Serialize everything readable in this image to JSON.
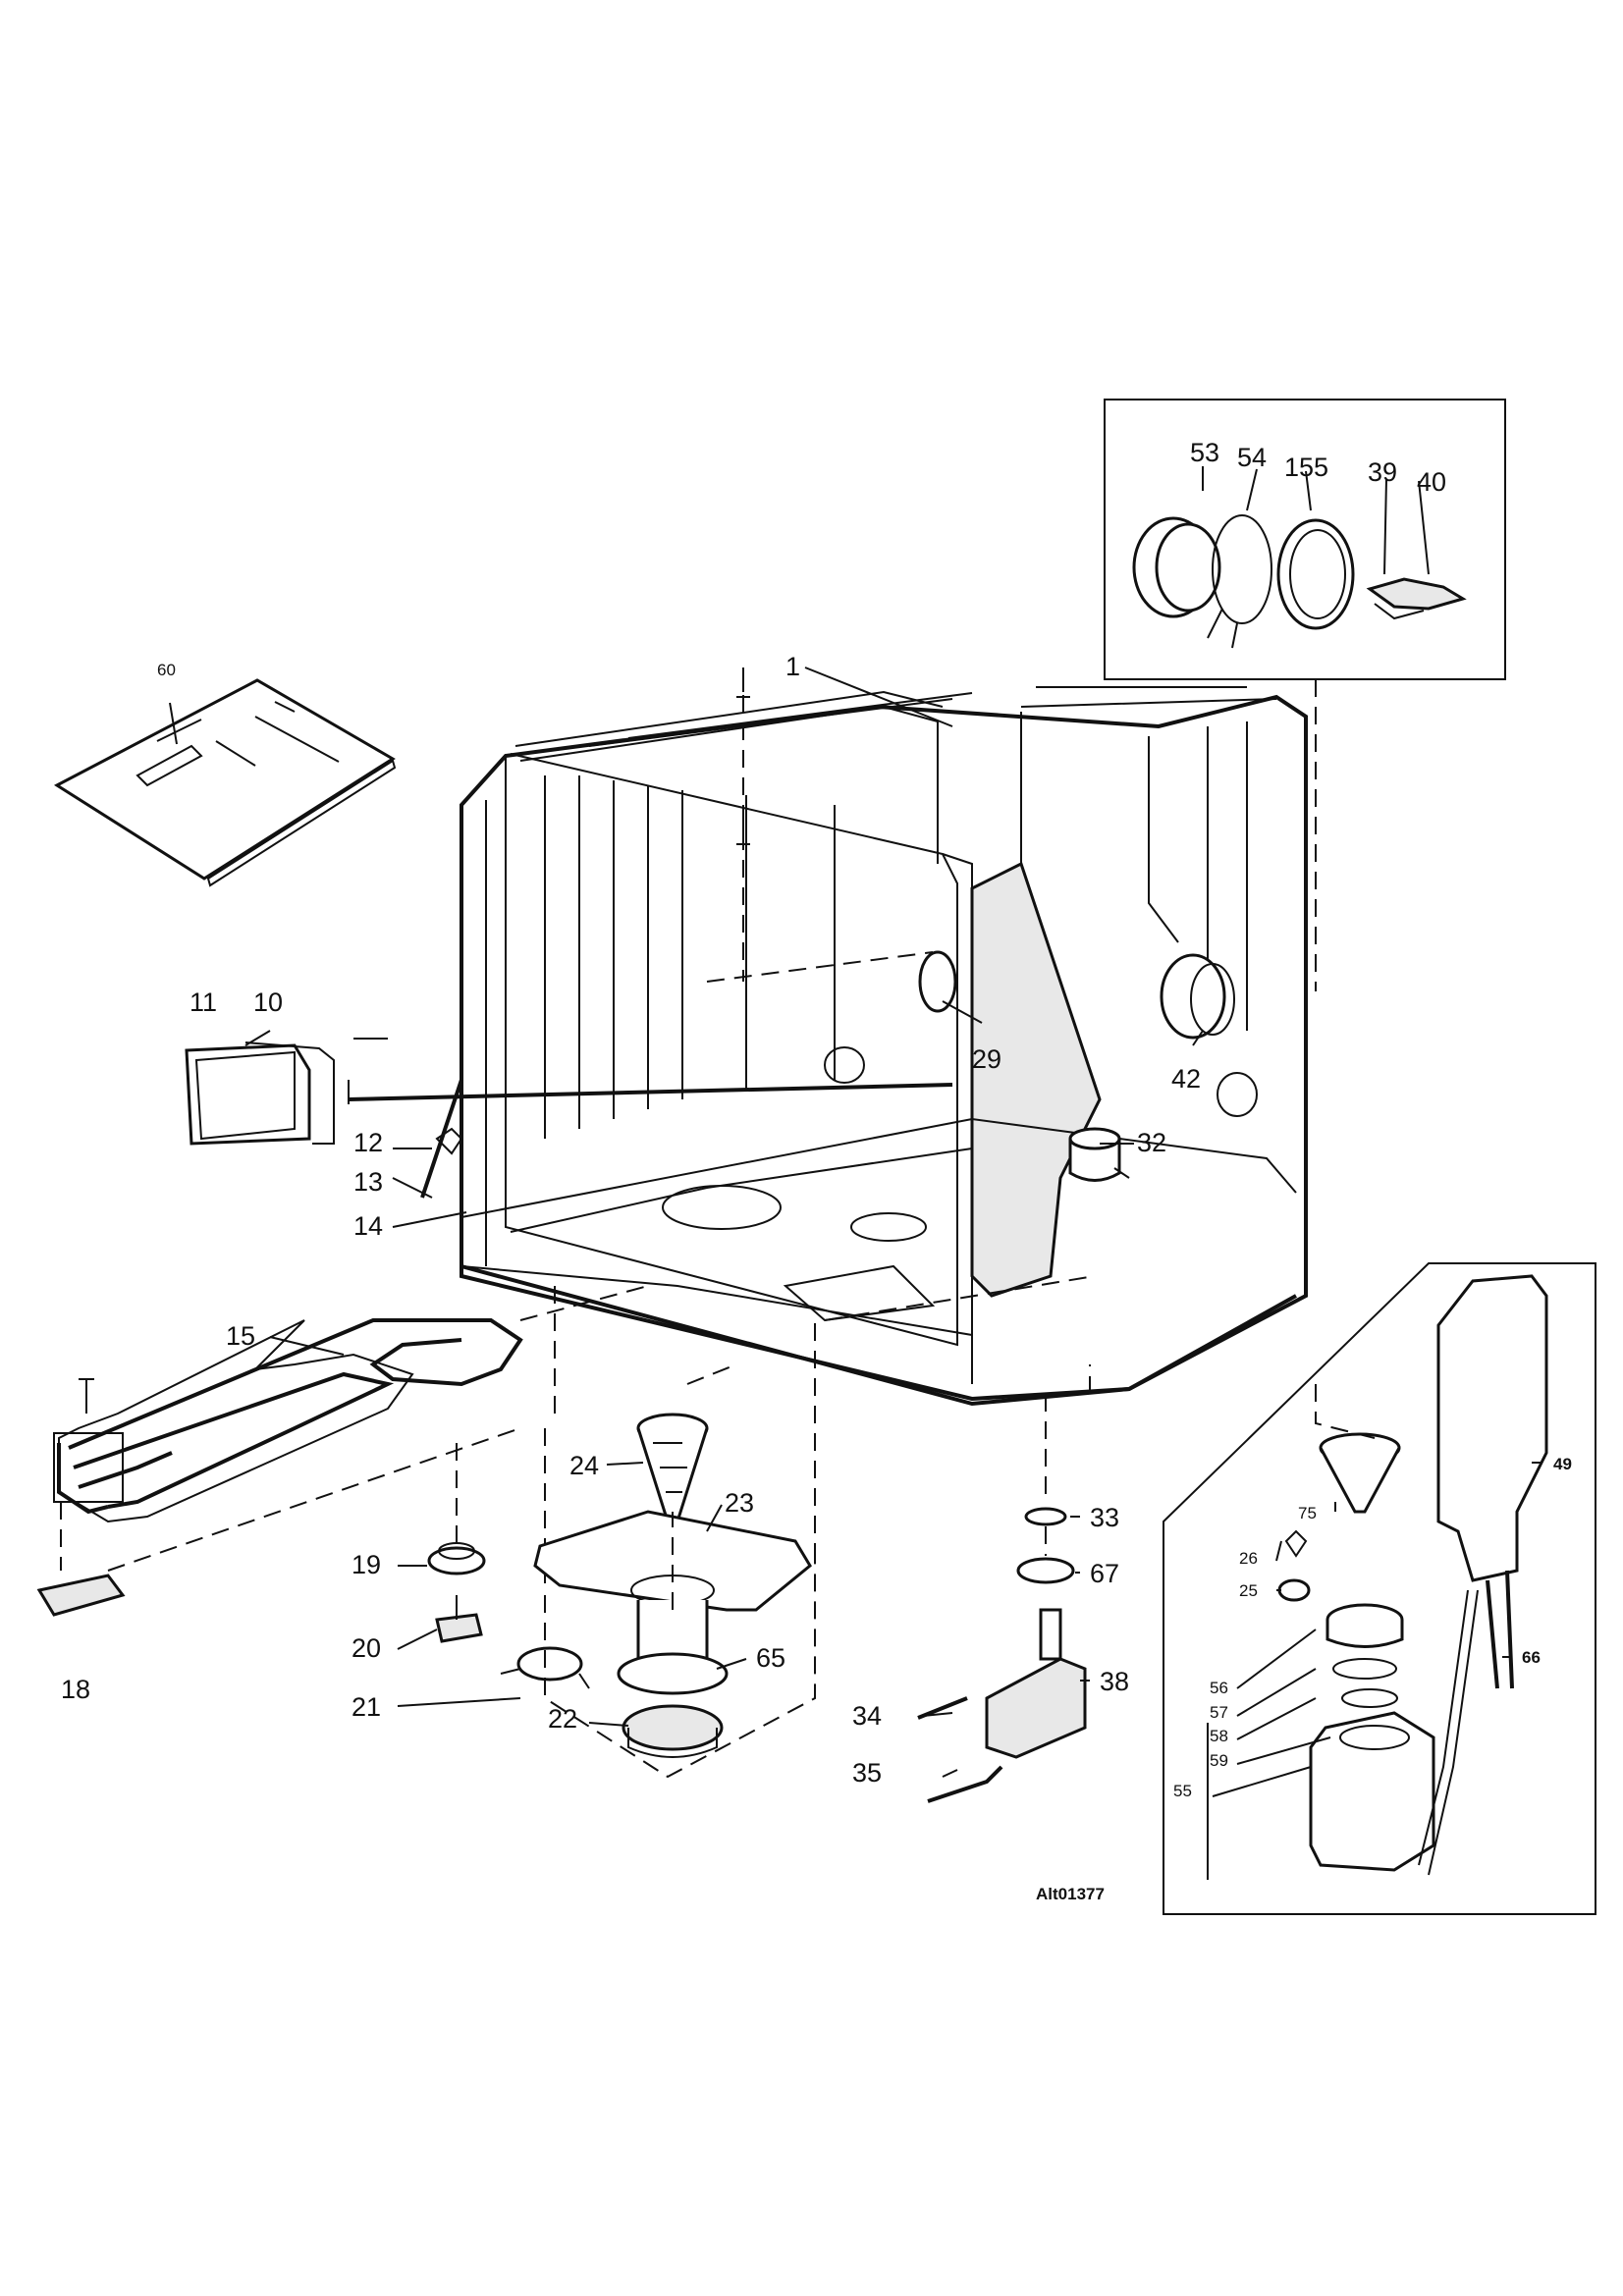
{
  "diagram": {
    "ref_code": "Alt01377",
    "labels": [
      "1",
      "10",
      "11",
      "12",
      "13",
      "14",
      "15",
      "18",
      "19",
      "20",
      "21",
      "22",
      "23",
      "24",
      "25",
      "26",
      "29",
      "32",
      "33",
      "34",
      "35",
      "38",
      "39",
      "40",
      "42",
      "49",
      "53",
      "54",
      "55",
      "56",
      "57",
      "58",
      "59",
      "60",
      "65",
      "66",
      "67",
      "75",
      "155"
    ]
  }
}
